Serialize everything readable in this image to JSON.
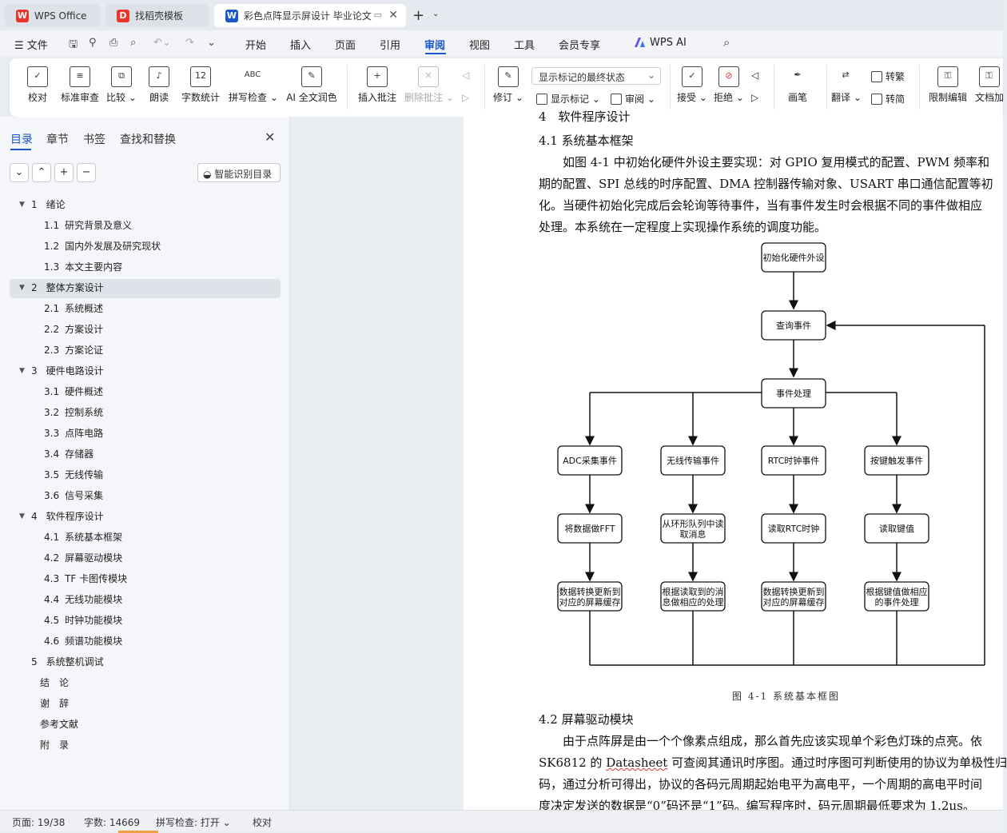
{
  "tabs": [
    {
      "label": "WPS Office",
      "logo": "W",
      "logo_color": "#e8362d"
    },
    {
      "label": "找稻壳模板",
      "logo": "D",
      "logo_color": "#e8362d"
    },
    {
      "label": "彩色点阵显示屏设计 毕业论文",
      "logo": "W",
      "logo_color": "#1a57c9"
    }
  ],
  "menu": {
    "file": "文件",
    "items": [
      "开始",
      "插入",
      "页面",
      "引用",
      "审阅",
      "视图",
      "工具",
      "会员专享",
      "WPS AI"
    ],
    "active": "审阅"
  },
  "ribbon": {
    "proofread": "校对",
    "standard_review": "标准审查",
    "compare": "比较",
    "read_aloud": "朗读",
    "word_count": "字数统计",
    "word_count_icon": "12",
    "spell_check": "拼写检查",
    "spell_icon": "ABC",
    "ai_polish": "AI 全文润色",
    "insert_comment": "插入批注",
    "delete_comment": "删除批注",
    "track_changes": "修订",
    "markup_mode": "显示标记的最终状态",
    "show_markup": "显示标记",
    "review_pane": "审阅",
    "accept": "接受",
    "reject": "拒绝",
    "pen": "画笔",
    "translate": "翻译",
    "to_traditional": "转繁",
    "to_simplified": "转简",
    "restrict_edit": "限制编辑",
    "doc_encrypt": "文档加"
  },
  "sidebar": {
    "tabs": [
      "目录",
      "章节",
      "书签",
      "查找和替换"
    ],
    "smart_toc": "智能识别目录",
    "toc": [
      {
        "level": 1,
        "num": "1",
        "title": "绪论",
        "arrow": true
      },
      {
        "level": 2,
        "num": "1.1",
        "title": "研究背景及意义"
      },
      {
        "level": 2,
        "num": "1.2",
        "title": "国内外发展及研究现状"
      },
      {
        "level": 2,
        "num": "1.3",
        "title": "本文主要内容"
      },
      {
        "level": 1,
        "num": "2",
        "title": "整体方案设计",
        "arrow": true
      },
      {
        "level": 2,
        "num": "2.1",
        "title": "系统概述"
      },
      {
        "level": 2,
        "num": "2.2",
        "title": "方案设计"
      },
      {
        "level": 2,
        "num": "2.3",
        "title": "方案论证"
      },
      {
        "level": 1,
        "num": "3",
        "title": "硬件电路设计",
        "arrow": true
      },
      {
        "level": 2,
        "num": "3.1",
        "title": "硬件概述"
      },
      {
        "level": 2,
        "num": "3.2",
        "title": "控制系统"
      },
      {
        "level": 2,
        "num": "3.3",
        "title": "点阵电路"
      },
      {
        "level": 2,
        "num": "3.4",
        "title": "存储器"
      },
      {
        "level": 2,
        "num": "3.5",
        "title": "无线传输"
      },
      {
        "level": 2,
        "num": "3.6",
        "title": "信号采集"
      },
      {
        "level": 1,
        "num": "4",
        "title": "软件程序设计",
        "arrow": true
      },
      {
        "level": 2,
        "num": "4.1",
        "title": "系统基本框架"
      },
      {
        "level": 2,
        "num": "4.2",
        "title": "屏幕驱动模块"
      },
      {
        "level": 2,
        "num": "4.3",
        "title": "TF 卡图传模块"
      },
      {
        "level": 2,
        "num": "4.4",
        "title": "无线功能模块"
      },
      {
        "level": 2,
        "num": "4.5",
        "title": "时钟功能模块"
      },
      {
        "level": 2,
        "num": "4.6",
        "title": "频谱功能模块"
      },
      {
        "level": 1,
        "num": "5",
        "title": "系统整机调试"
      },
      {
        "level": 1,
        "num": "",
        "title": "结　论"
      },
      {
        "level": 1,
        "num": "",
        "title": "谢　辞"
      },
      {
        "level": 1,
        "num": "",
        "title": "参考文献"
      },
      {
        "level": 1,
        "num": "",
        "title": "附　录"
      }
    ]
  },
  "document": {
    "heading_top": "4　软件程序设计",
    "h41": "4.1  系统基本框架",
    "p1": [
      "如图 4-1 中初始化硬件外设主要实现：对 GPIO 复用模式的配置、PWM 频率和",
      "期的配置、SPI 总线的时序配置、DMA 控制器传输对象、USART 串口通信配置等初",
      "化。当硬件初始化完成后会轮询等待事件，当有事件发生时会根据不同的事件做相应",
      "处理。本系统在一定程度上实现操作系统的调度功能。"
    ],
    "flow": {
      "init": "初始化硬件外设",
      "query": "查询事件",
      "handle": "事件处理",
      "col1": [
        "ADC采集事件",
        "将数据做FFT",
        "数据转换更新到",
        "对应的屏幕缓存"
      ],
      "col2": [
        "无线传输事件",
        "从环形队列中读",
        "取消息",
        "根据读取到的消",
        "息做相应的处理"
      ],
      "col3": [
        "RTC时钟事件",
        "读取RTC时钟",
        "数据转换更新到",
        "对应的屏幕缓存"
      ],
      "col4": [
        "按键触发事件",
        "读取键值",
        "根据键值做相应",
        "的事件处理"
      ]
    },
    "caption": "图 4-1 系统基本框图",
    "h42": "4.2  屏幕驱动模块",
    "p2_0": "由于点阵屏是由一个个像素点组成，那么首先应该实现单个彩色灯珠的点亮。依",
    "p2_1a": "SK6812 的 ",
    "p2_1b": "Datasheet",
    "p2_1c": " 可查阅其通讯时序图。通过时序图可判断使用的协议为单极性归",
    "p2_2": "码，通过分析可得出，协议的各码元周期起始电平为高电平，一个周期的高电平时间",
    "p2_3": "度决定发送的数据是“0”码还是“1”码。编写程序时，码元周期最低要求为 1.2μs。"
  },
  "status": {
    "page": "页面: 19/38",
    "words": "字数: 14669",
    "spell": "拼写检查: 打开",
    "proof": "校对"
  }
}
